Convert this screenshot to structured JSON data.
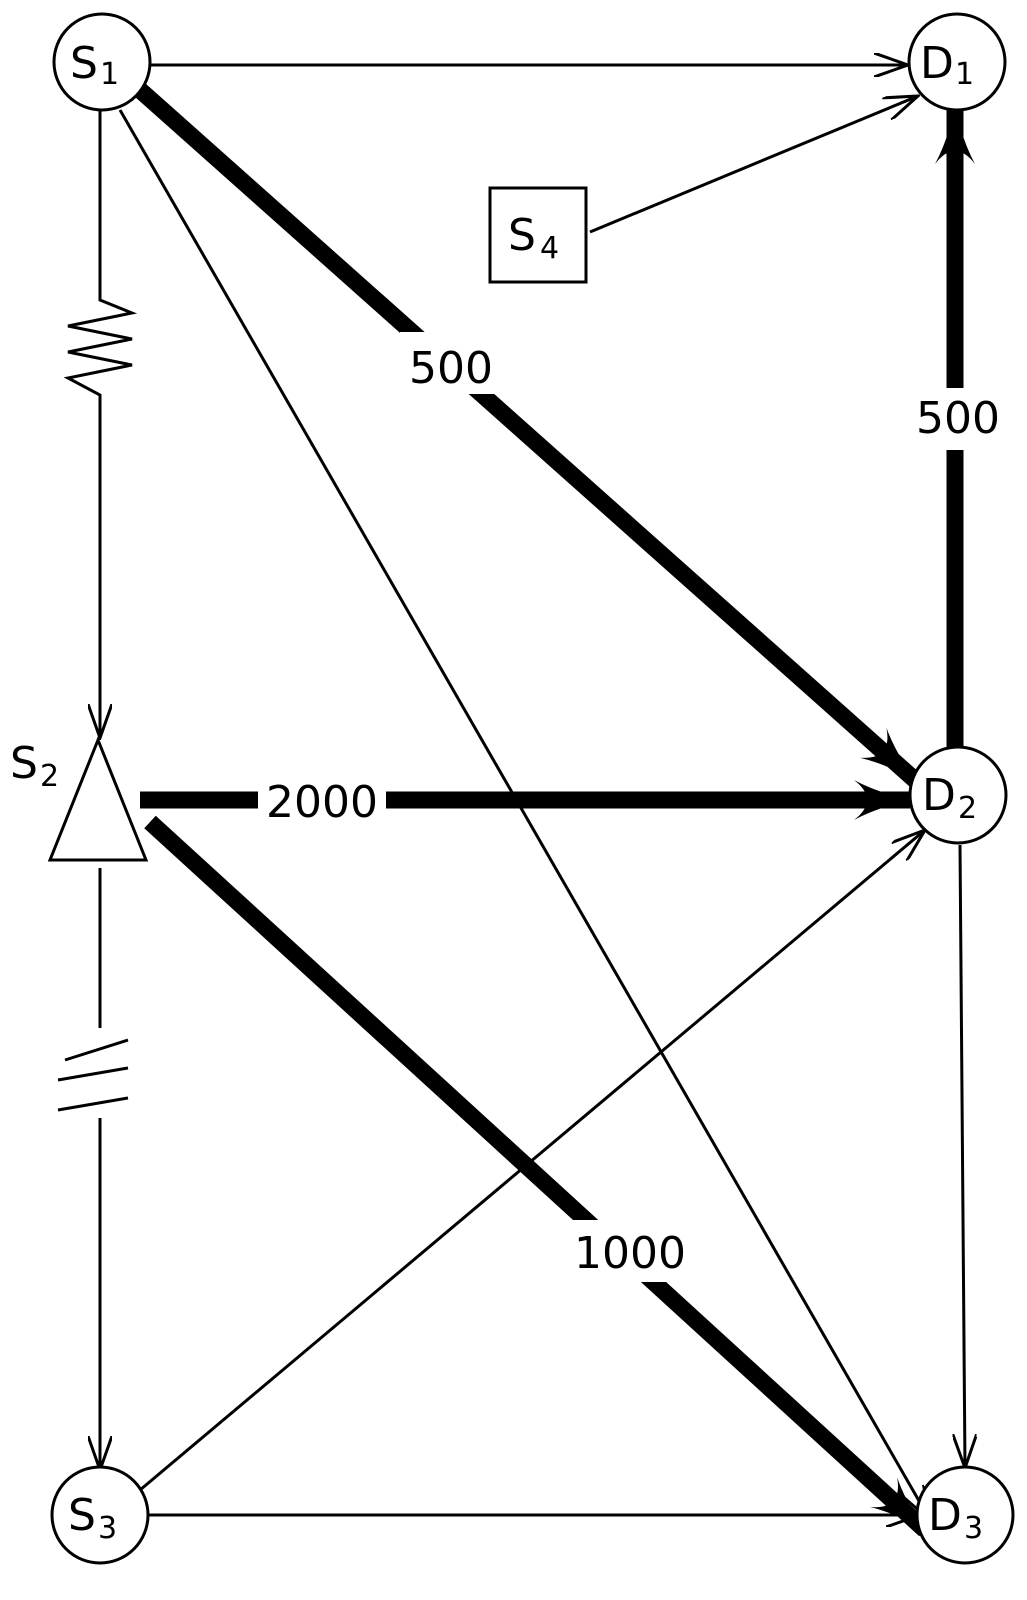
{
  "nodes": {
    "s1": {
      "letter": "S",
      "index": "1",
      "shape": "circle"
    },
    "s2": {
      "letter": "S",
      "index": "2",
      "shape": "triangle"
    },
    "s3": {
      "letter": "S",
      "index": "3",
      "shape": "circle"
    },
    "s4": {
      "letter": "S",
      "index": "4",
      "shape": "square"
    },
    "d1": {
      "letter": "D",
      "index": "1",
      "shape": "circle"
    },
    "d2": {
      "letter": "D",
      "index": "2",
      "shape": "circle"
    },
    "d3": {
      "letter": "D",
      "index": "3",
      "shape": "circle"
    }
  },
  "edges": [
    {
      "from": "S1",
      "to": "D1",
      "weight": "thin"
    },
    {
      "from": "S4",
      "to": "D1",
      "weight": "thin"
    },
    {
      "from": "S1",
      "to": "S2",
      "weight": "thin",
      "symbol": "resistor"
    },
    {
      "from": "S1",
      "to": "D3",
      "weight": "thin"
    },
    {
      "from": "S1",
      "to": "D2",
      "weight": "thick",
      "value": "500"
    },
    {
      "from": "D2",
      "to": "D1",
      "weight": "thick",
      "value": "500"
    },
    {
      "from": "S2",
      "to": "D2",
      "weight": "thick",
      "value": "2000"
    },
    {
      "from": "S2",
      "to": "D3",
      "weight": "thick",
      "value": "1000"
    },
    {
      "from": "S2",
      "to": "S3",
      "weight": "thin",
      "symbol": "break"
    },
    {
      "from": "S3",
      "to": "D2",
      "weight": "thin"
    },
    {
      "from": "S3",
      "to": "D3",
      "weight": "thin"
    },
    {
      "from": "D2",
      "to": "D3",
      "weight": "thin"
    }
  ],
  "flow_labels": {
    "s1_d2": "500",
    "d2_d1": "500",
    "s2_d2": "2000",
    "s2_d3": "1000"
  }
}
